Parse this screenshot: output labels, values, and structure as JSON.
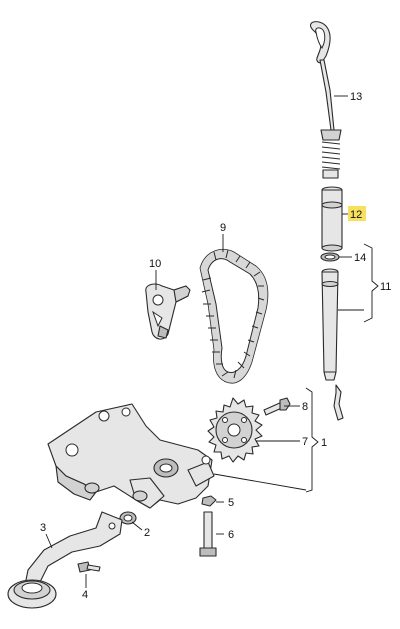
{
  "callouts": {
    "c1": "1",
    "c2": "2",
    "c3": "3",
    "c4": "4",
    "c5": "5",
    "c6": "6",
    "c7": "7",
    "c8": "8",
    "c9": "9",
    "c10": "10",
    "c11": "11",
    "c12": "12",
    "c13": "13",
    "c14": "14"
  },
  "colors": {
    "highlight": "#f6e05e",
    "part_fill": "#e6e6e6",
    "outline": "#2a2a2a"
  },
  "highlighted_callout": "12"
}
